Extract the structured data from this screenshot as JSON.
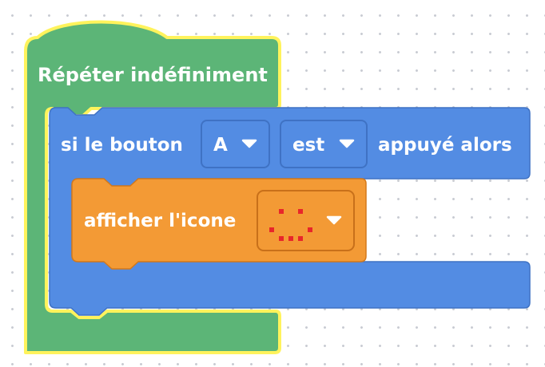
{
  "blocks": {
    "forever": {
      "label": "Répéter indéfiniment",
      "color": "#5cb577",
      "highlight": "#fff35c"
    },
    "if_button": {
      "label_prefix": "si le bouton",
      "button_value": "A",
      "state_value": "est",
      "label_suffix": "appuyé alors",
      "color": "#538ce3"
    },
    "show_icon": {
      "label": "afficher l'icone",
      "icon": "smiley-face-icon",
      "color": "#f39a35"
    }
  },
  "colors": {
    "dropdown_arrow": "#ffffff",
    "led_on": "#e8262a"
  }
}
